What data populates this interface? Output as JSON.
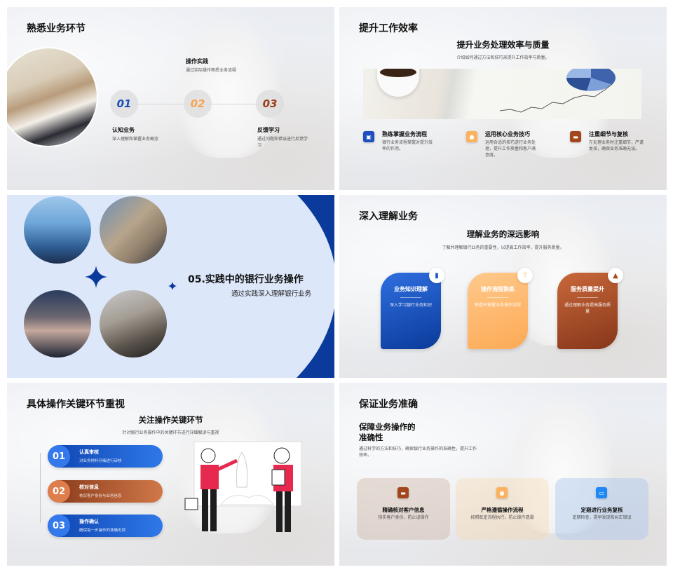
{
  "slides": [
    {
      "title": "熟悉业务环节",
      "steps": [
        {
          "num": "01",
          "title": "认知业务",
          "desc": "深入理解和掌握业务概念",
          "color": "#1b4fb8"
        },
        {
          "num": "02",
          "title": "操作实践",
          "desc": "通过实际操作熟悉业务流程",
          "color": "#f7a44c"
        },
        {
          "num": "03",
          "title": "反馈学习",
          "desc": "通过问题和错误进行反馈学习",
          "color": "#9a3f16"
        }
      ]
    },
    {
      "title": "提升工作效率",
      "subtitle": "提升业务处理效率与质量",
      "desc": "介绍如何通过方法和技巧来提升工作效率与质量。",
      "items": [
        {
          "title": "熟练掌握业务流程",
          "desc": "银行业务流程掌握对提升效率的作用。",
          "icon": "image-icon",
          "color": "#1e4fbf"
        },
        {
          "title": "运用核心业务技巧",
          "desc": "运用合适的技巧进行业务处理，提升工作质量和客户满意度。",
          "icon": "gear-icon",
          "color": "#fbb25e"
        },
        {
          "title": "注重细节与复核",
          "desc": "在处理业务时注重细节，严谨复核，确保业务准确无误。",
          "icon": "inbox-icon",
          "color": "#a4461d"
        }
      ]
    },
    {
      "title": "05.实践中的银行业务操作",
      "subtitle": "通过实践深入理解银行业务",
      "accent": "#0a3a9c"
    },
    {
      "title": "深入理解业务",
      "subtitle": "理解业务的深远影响",
      "desc": "了解并理解银行业务的重要性，以提高工作效率，提升服务质量。",
      "cards": [
        {
          "title": "业务知识理解",
          "desc": "深入学习银行业务知识",
          "icon": "document-icon",
          "color": "#1f56c8"
        },
        {
          "title": "操作流程熟练",
          "desc": "熟悉并掌握业务操作流程",
          "icon": "flowchart-icon",
          "color": "#fdb469"
        },
        {
          "title": "服务质量提升",
          "desc": "通过理解业务提高服务质量",
          "icon": "picture-icon",
          "color": "#a8481e"
        }
      ]
    },
    {
      "title": "具体操作关键环节重视",
      "subtitle": "关注操作关键环节",
      "desc": "针对银行业务操作中的关键环节进行详细解读与重视",
      "items": [
        {
          "num": "01",
          "title": "认真审核",
          "desc": "对业务材料仔细进行审核"
        },
        {
          "num": "02",
          "title": "核对信息",
          "desc": "核实客户身份与业务信息"
        },
        {
          "num": "03",
          "title": "操作确认",
          "desc": "确保每一步操作的准确无误"
        }
      ]
    },
    {
      "title": "保证业务准确",
      "subtitle": "保障业务操作的准确性",
      "desc": "通过科学的方法和技巧，确保银行业务操作的准确性，提升工作效率。",
      "cards": [
        {
          "title": "精确核对客户信息",
          "desc": "核实客户身份，防止误操作",
          "icon": "inbox-icon"
        },
        {
          "title": "严格遵循操作流程",
          "desc": "按照既定流程执行，防止操作遗漏",
          "icon": "gear-icon"
        },
        {
          "title": "定期进行业务复核",
          "desc": "定期检查，提早发现和纠正错误",
          "icon": "message-icon"
        }
      ]
    }
  ]
}
